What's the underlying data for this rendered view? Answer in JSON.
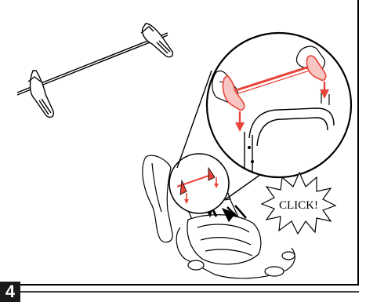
{
  "step": {
    "number": "4"
  },
  "callout": {
    "click_text": "CLICK!"
  },
  "colors": {
    "accent": "#e8443a",
    "line": "#000000",
    "step_bg": "#1a1a1a"
  },
  "icons": [
    "bumper-bar-part",
    "stroller-assembly",
    "zoom-circle",
    "down-arrow",
    "click-starburst"
  ]
}
